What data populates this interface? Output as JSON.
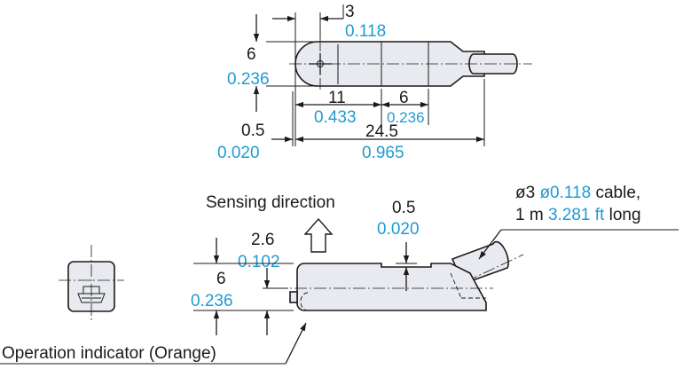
{
  "top_view": {
    "dim_3": {
      "mm": "3",
      "inch": "0.118"
    },
    "dim_6": {
      "mm": "6",
      "inch": "0.236"
    },
    "dim_11": {
      "mm": "11",
      "inch": "0.433"
    },
    "dim_6b": {
      "mm": "6",
      "inch": "0.236"
    },
    "dim_05": {
      "mm": "0.5",
      "inch": "0.020"
    },
    "dim_245": {
      "mm": "24.5",
      "inch": "0.965"
    }
  },
  "side_view": {
    "sensing_direction": "Sensing direction",
    "dim_05": {
      "mm": "0.5",
      "inch": "0.020"
    },
    "cable": {
      "line1_prefix": "ø3 ",
      "line1_inch": "ø0.118",
      "line1_suffix": " cable,",
      "line2_prefix": "1 m ",
      "line2_inch": "3.281 ft",
      "line2_suffix": " long"
    },
    "dim_26": {
      "mm": "2.6",
      "inch": "0.102"
    },
    "dim_6": {
      "mm": "6",
      "inch": "0.236"
    },
    "operation_indicator": "Operation indicator (Orange)"
  },
  "colors": {
    "metric": "#1a1a1a",
    "inch": "#1f9bd1",
    "body": "#e8eaef"
  }
}
